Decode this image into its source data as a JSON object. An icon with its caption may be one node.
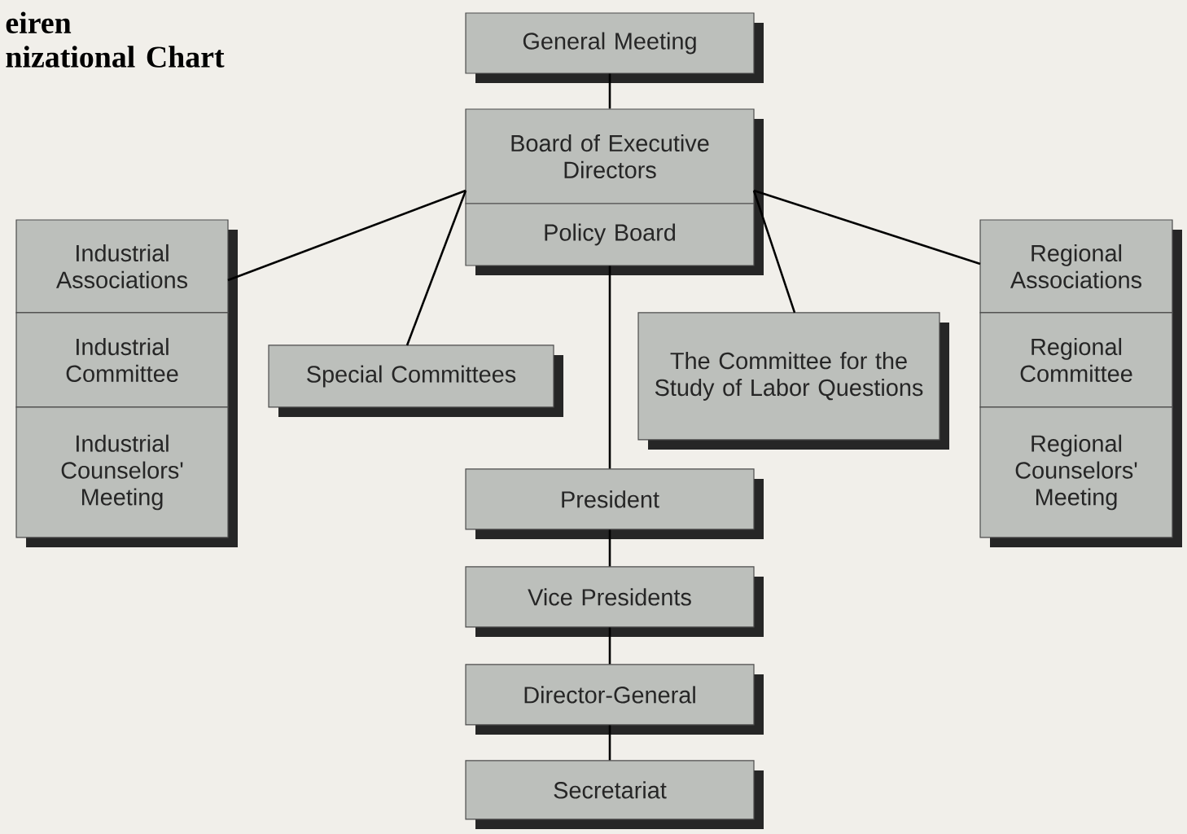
{
  "diagram": {
    "title": "eiren nizational Chart",
    "nodes": [
      {
        "text": [
          "General Meeting"
        ]
      },
      {
        "text": [
          "Board of Executive Directors"
        ]
      },
      {
        "text": [
          "Policy Board"
        ]
      },
      {
        "text": [
          "Industrial Associations"
        ]
      },
      {
        "text": [
          "Industrial Committee"
        ]
      },
      {
        "text": [
          "Industrial Counselors' Meeting"
        ]
      },
      {
        "text": [
          "Special Committees"
        ]
      },
      {
        "text": [
          "The Committee for the Study of Labor Questions"
        ]
      },
      {
        "text": [
          "Regional Associations"
        ]
      },
      {
        "text": [
          "Regional Committee"
        ]
      },
      {
        "text": [
          "Regional Counselors' Meeting"
        ]
      },
      {
        "text": [
          "President"
        ]
      },
      {
        "text": [
          "Vice Presidents"
        ]
      },
      {
        "text": [
          "Director-General"
        ]
      },
      {
        "text": [
          "Secretariat"
        ]
      }
    ],
    "edges": [
      {
        "from": 0,
        "to": 1,
        "arrow": "none"
      },
      {
        "from": 1,
        "to": 3,
        "arrow": "none"
      },
      {
        "from": 1,
        "to": 6,
        "arrow": "none"
      },
      {
        "from": 1,
        "to": 7,
        "arrow": "none"
      },
      {
        "from": 1,
        "to": 8,
        "arrow": "none"
      },
      {
        "from": 2,
        "to": 11,
        "arrow": "none"
      },
      {
        "from": 11,
        "to": 12,
        "arrow": "none"
      },
      {
        "from": 12,
        "to": 13,
        "arrow": "none"
      },
      {
        "from": 13,
        "to": 14,
        "arrow": "none"
      }
    ]
  }
}
